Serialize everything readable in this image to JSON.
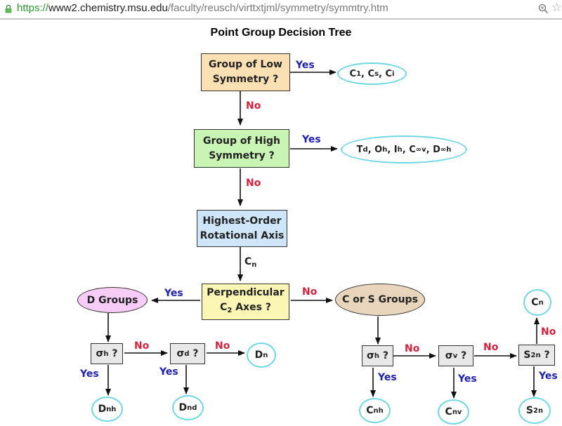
{
  "browser": {
    "url_scheme": "https://",
    "url_host": "www2.chemistry.msu.edu",
    "url_path": "/faculty/reusch/virttxtjml/symmetry/symmtry.htm",
    "icons": [
      "lock-icon",
      "zoom-icon",
      "bookmark-star-icon"
    ]
  },
  "diagram": {
    "title": "Point Group Decision Tree",
    "colors": {
      "low_symmetry_box": "#fbe0b4",
      "high_symmetry_box": "#c8f5b4",
      "rotational_axis_box": "#cfe5fa",
      "perpendicular_box": "#fcf6b4",
      "d_groups_oval": "#f7ccf7",
      "cs_groups_oval": "#e8d5bc",
      "sigma_box": "#e8e8e8",
      "result_oval_border": "#6ed7e6",
      "yes_label": "#2020b0",
      "no_label": "#d8203a"
    },
    "nodes": {
      "low_symmetry": {
        "line1": "Group of Low",
        "line2": "Symmetry ?"
      },
      "low_result": "C₁, Cₛ, Cᵢ",
      "high_symmetry": {
        "line1": "Group of High",
        "line2": "Symmetry ?"
      },
      "high_result": "T_d, O_h, I_h, C∞v, D∞h",
      "rotational_axis": {
        "line1": "Highest-Order",
        "line2": "Rotational Axis"
      },
      "cn_label": "Cn",
      "perpendicular": {
        "line1": "Perpendicular",
        "line2": "C2 Axes ?"
      },
      "d_groups": "D Groups",
      "cs_groups": "C or S Groups",
      "d_sigma_h": "σh ?",
      "d_sigma_d": "σd ?",
      "d_n": "Dn",
      "d_nh": "Dnh",
      "d_nd": "Dnd",
      "c_sigma_h": "σh ?",
      "c_sigma_v": "σv ?",
      "s2n_q": "S2n ?",
      "c_nh": "Cnh",
      "c_nv": "Cnv",
      "s_2n": "S2n",
      "c_n": "Cn"
    },
    "edge_labels": {
      "yes": "Yes",
      "no": "No"
    }
  }
}
